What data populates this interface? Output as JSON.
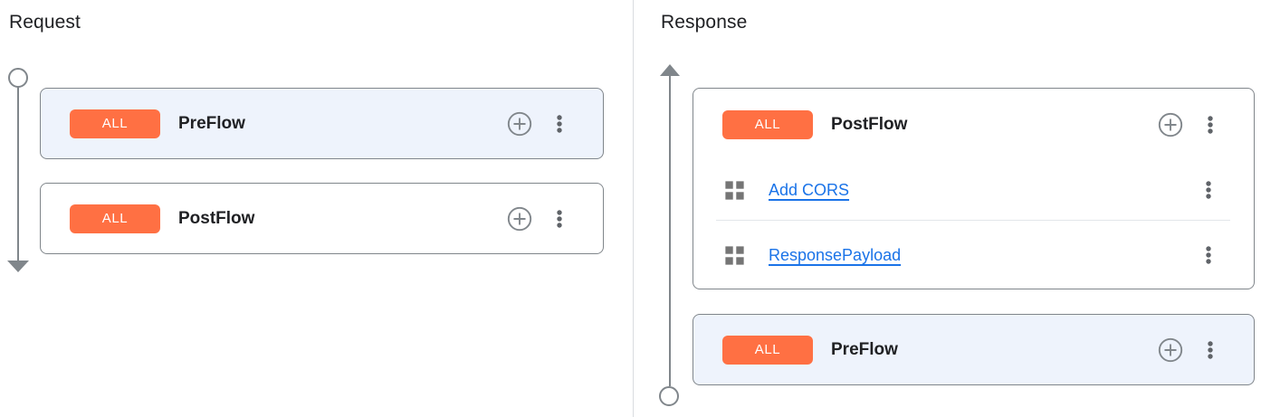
{
  "request_panel": {
    "title": "Request",
    "flows": [
      {
        "badge": "ALL",
        "label": "PreFlow",
        "selected": true
      },
      {
        "badge": "ALL",
        "label": "PostFlow",
        "selected": false
      }
    ]
  },
  "response_panel": {
    "title": "Response",
    "flows": [
      {
        "badge": "ALL",
        "label": "PostFlow",
        "selected": false,
        "policies": [
          {
            "name": "Add CORS"
          },
          {
            "name": "ResponsePayload"
          }
        ]
      },
      {
        "badge": "ALL",
        "label": "PreFlow",
        "selected": true
      }
    ]
  },
  "colors": {
    "condition_badge_orange": "#FF7043",
    "policy_link_blue": "#1A73E8",
    "selected_flow_bg": "#EEF3FC",
    "card_border_gray": "#80868B",
    "timeline_gray": "#80868B",
    "icon_gray": "#5F6368",
    "text_dark": "#202124"
  },
  "icons": {
    "add_policy": "add-circle-outline",
    "more_options": "more-vert",
    "policy": "policy-grid",
    "request_direction": "arrow-down",
    "response_direction": "arrow-up"
  }
}
